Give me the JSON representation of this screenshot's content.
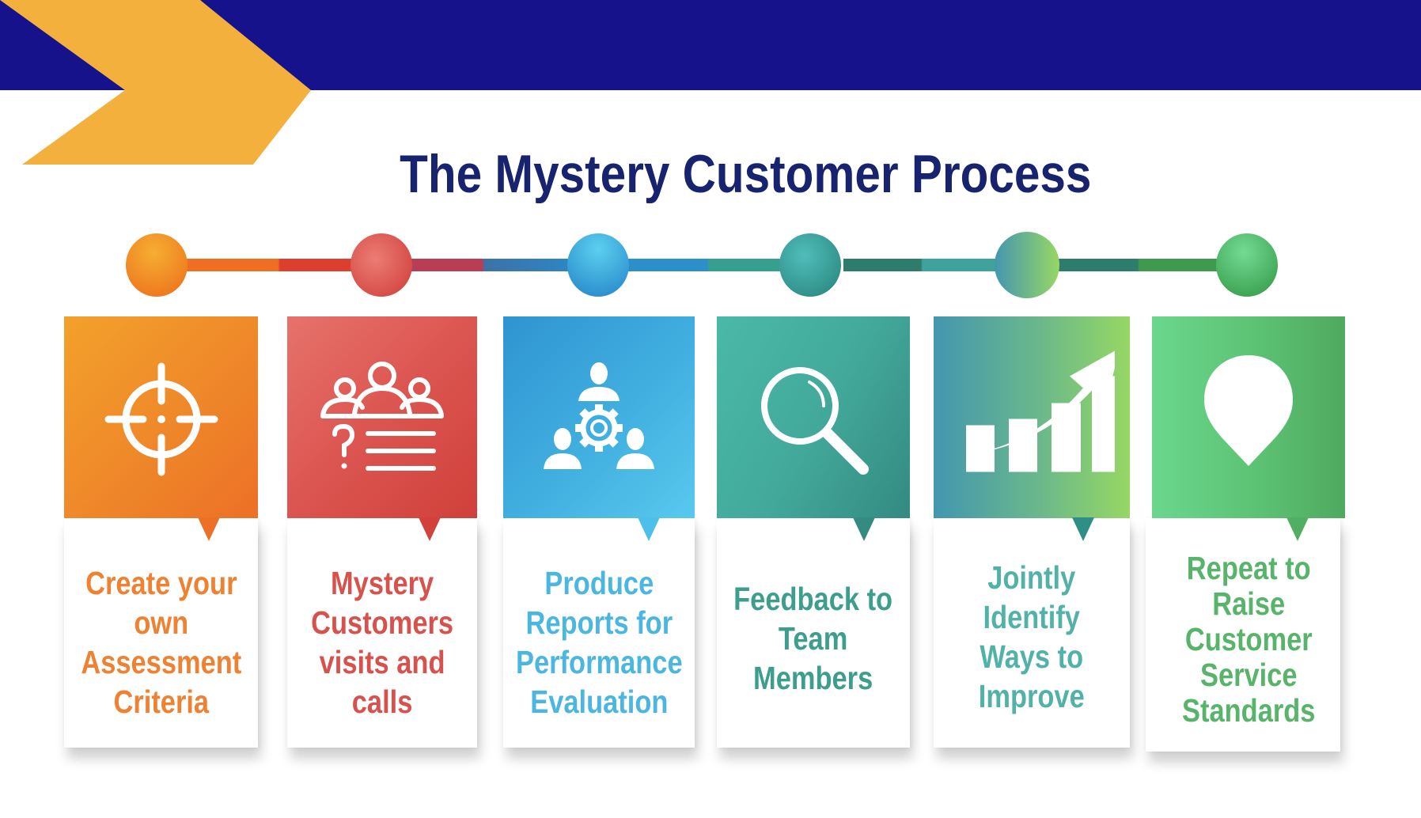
{
  "colors": {
    "header_band": "#15128C",
    "chevron": "#F3B03D",
    "title": "#17236F"
  },
  "title": "The Mystery Customer Process",
  "steps": [
    {
      "label": "Create your\nown\nAssessment\nCriteria",
      "icon": "crosshair-target-icon",
      "color": "#EF7F2F",
      "gradient": [
        "#F3A12B",
        "#EE7426"
      ],
      "text_color": "#EE8232"
    },
    {
      "label": "Mystery\nCustomers\nvisits and\ncalls",
      "icon": "group-questionnaire-icon",
      "color": "#DD4F48",
      "gradient": [
        "#E7726C",
        "#D14038"
      ],
      "text_color": "#D7524C"
    },
    {
      "label": "Produce\nReports for\nPerformance\nEvaluation",
      "icon": "team-gear-icon",
      "color": "#3EAEE0",
      "gradient": [
        "#2F96D2",
        "#56C7EC"
      ],
      "text_color": "#4BB6E0"
    },
    {
      "label": "Feedback to\nTeam\nMembers",
      "icon": "magnifying-glass-icon",
      "color": "#3AA391",
      "gradient": [
        "#4DBBA9",
        "#358F85"
      ],
      "text_color": "#3D9E8E"
    },
    {
      "label": "Jointly\nIdentify\nWays to\nImprove",
      "icon": "growth-chart-icon",
      "color": "#58B7A8",
      "gradient": [
        "#4397AE",
        "#96D764"
      ],
      "text_color": "#52B2A8"
    },
    {
      "label": "Repeat to\nRaise\nCustomer\nService\nStandards",
      "icon": "location-pin-icon",
      "color": "#58B56A",
      "gradient": [
        "#6BD68C",
        "#4EA95E"
      ],
      "text_color": "#58B46A"
    }
  ]
}
